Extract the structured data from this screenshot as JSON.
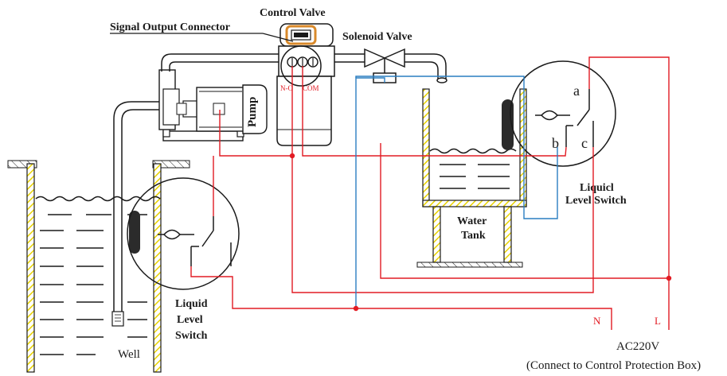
{
  "colors": {
    "line": "#1a1a1a",
    "wire_red": "#e21b23",
    "wire_blue": "#2a7ec1",
    "hatch": "#f3e200",
    "valve_orange": "#d98a2b",
    "float": "#2b2b2b"
  },
  "labels": {
    "control_valve": "Control Valve",
    "signal_output_connector": "Signal Output Connector",
    "solenoid_valve": "Solenoid Valve",
    "pump": "Pump",
    "no": "N-O",
    "com": "COM",
    "water_tank_1": "Water",
    "water_tank_2": "Tank",
    "switch_a": "a",
    "switch_b": "b",
    "switch_c": "c",
    "tank_switch_1": "Liquicl",
    "tank_switch_2": "Level Switch",
    "well_switch_1": "Liquid",
    "well_switch_2": "Level",
    "well_switch_3": "Switch",
    "well": "Well",
    "n": "N",
    "l": "L",
    "power": "AC220V",
    "power_note": "(Connect to Control Protection Box)"
  },
  "icons": [
    "float-switch-icon",
    "water-surface-icon",
    "pump-motor-icon",
    "solenoid-valve-icon",
    "control-valve-icon"
  ]
}
